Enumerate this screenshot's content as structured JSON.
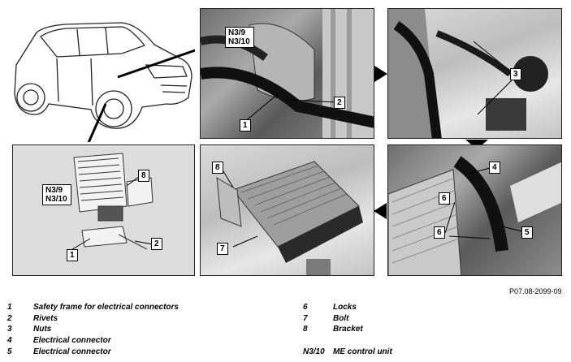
{
  "panels": {
    "p1": {
      "tags": [
        "N3/9",
        "N3/10"
      ],
      "nums": [
        "2",
        "1"
      ]
    },
    "p2": {
      "nums": [
        "3"
      ]
    },
    "p3": {
      "tags": [
        "N3/9",
        "N3/10"
      ],
      "nums": [
        "8",
        "2",
        "1"
      ]
    },
    "p4": {
      "nums": [
        "8",
        "7"
      ]
    },
    "p5": {
      "nums": [
        "4",
        "6",
        "6",
        "5"
      ]
    }
  },
  "reference": "P07.08-2099-09",
  "legend": {
    "left": [
      {
        "num": "1",
        "text": "Safety frame for electrical connectors"
      },
      {
        "num": "2",
        "text": "Rivets"
      },
      {
        "num": "3",
        "text": "Nuts"
      },
      {
        "num": "4",
        "text": "Electrical connector"
      },
      {
        "num": "5",
        "text": "Electrical connector"
      }
    ],
    "right": [
      {
        "num": "6",
        "text": "Locks"
      },
      {
        "num": "7",
        "text": "Bolt"
      },
      {
        "num": "8",
        "text": "Bracket"
      },
      {
        "num": "N3/10",
        "text": "ME control unit"
      }
    ]
  }
}
